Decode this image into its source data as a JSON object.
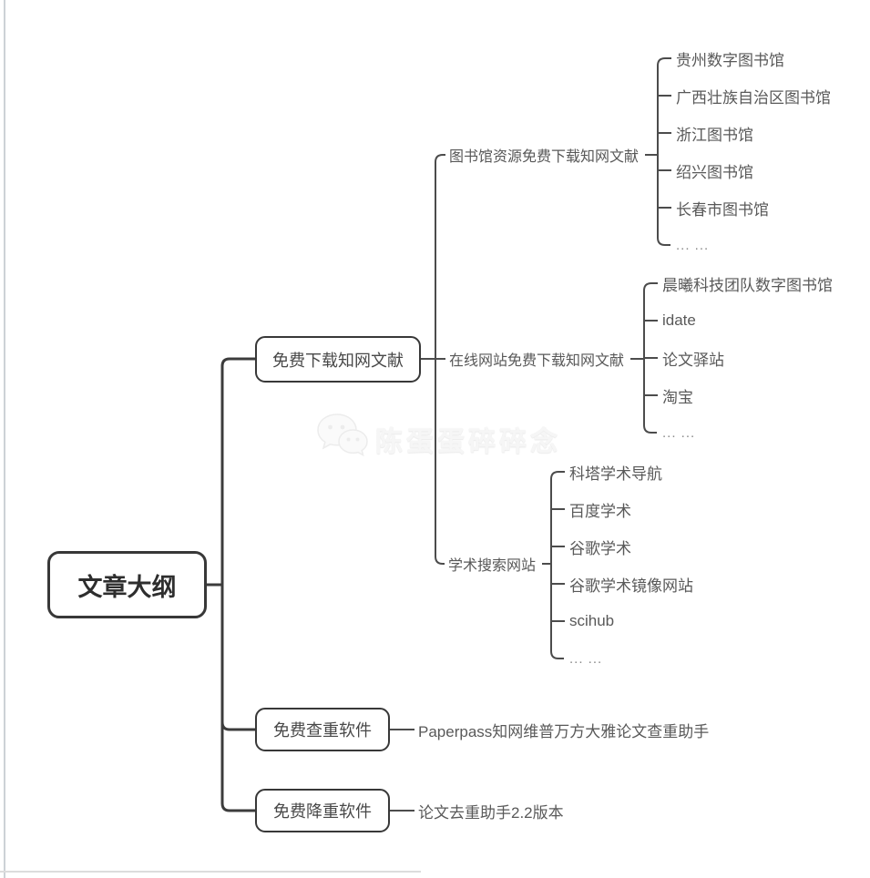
{
  "watermark": {
    "icon": "wechat-icon",
    "text": "陈蛋蛋碎碎念"
  },
  "colors": {
    "background": "#ffffff",
    "trunk_line": "#3c3c3c",
    "branch_line": "#4c4c4c",
    "box_border": "#383838",
    "box_text": "#484848",
    "leaf_text": "#595959",
    "canvas_edge": "#cdd2d6",
    "watermark_text": "#f6f6f6"
  },
  "tree": {
    "root": {
      "label": "文章大纲"
    },
    "branches": [
      {
        "label": "免费下载知网文献",
        "children": [
          {
            "label": "图书馆资源免费下载知网文献",
            "children": [
              "贵州数字图书馆",
              "广西壮族自治区图书馆",
              "浙江图书馆",
              "绍兴图书馆",
              "长春市图书馆",
              "... ..."
            ]
          },
          {
            "label": "在线网站免费下载知网文献",
            "children": [
              "晨曦科技团队数字图书馆",
              "idate",
              "论文驿站",
              "淘宝",
              "... ..."
            ]
          },
          {
            "label": "学术搜索网站",
            "children": [
              "科塔学术导航",
              "百度学术",
              "谷歌学术",
              "谷歌学术镜像网站",
              "scihub",
              "... ..."
            ]
          }
        ]
      },
      {
        "label": "免费查重软件",
        "children": [
          {
            "label": "Paperpass知网维普万方大雅论文查重助手"
          }
        ]
      },
      {
        "label": "免费降重软件",
        "children": [
          {
            "label": "论文去重助手2.2版本"
          }
        ]
      }
    ]
  }
}
